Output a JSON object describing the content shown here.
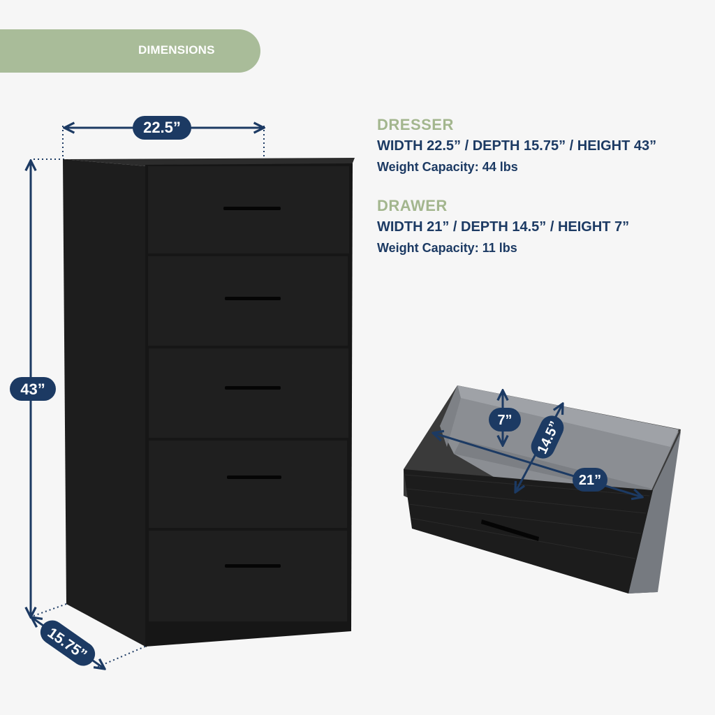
{
  "banner": {
    "label": "DIMENSIONS"
  },
  "colors": {
    "navy": "#1c3a63",
    "sage": "#a9bc99",
    "dresser": "#1e1e1e",
    "drawer_interior": "#8a8c90"
  },
  "dresser": {
    "title": "DRESSER",
    "dimensions": "WIDTH 22.5” / DEPTH 15.75” / HEIGHT 43”",
    "weight": "Weight Capacity: 44 lbs",
    "drawer_count": 5
  },
  "drawer": {
    "title": "DRAWER",
    "dimensions": "WIDTH 21” / DEPTH 14.5” / HEIGHT 7”",
    "weight": "Weight Capacity: 11 lbs"
  },
  "callouts": {
    "dresser_width": "22.5”",
    "dresser_height": "43”",
    "dresser_depth": "15.75”",
    "drawer_height": "7”",
    "drawer_depth": "14.5”",
    "drawer_width": "21”"
  }
}
